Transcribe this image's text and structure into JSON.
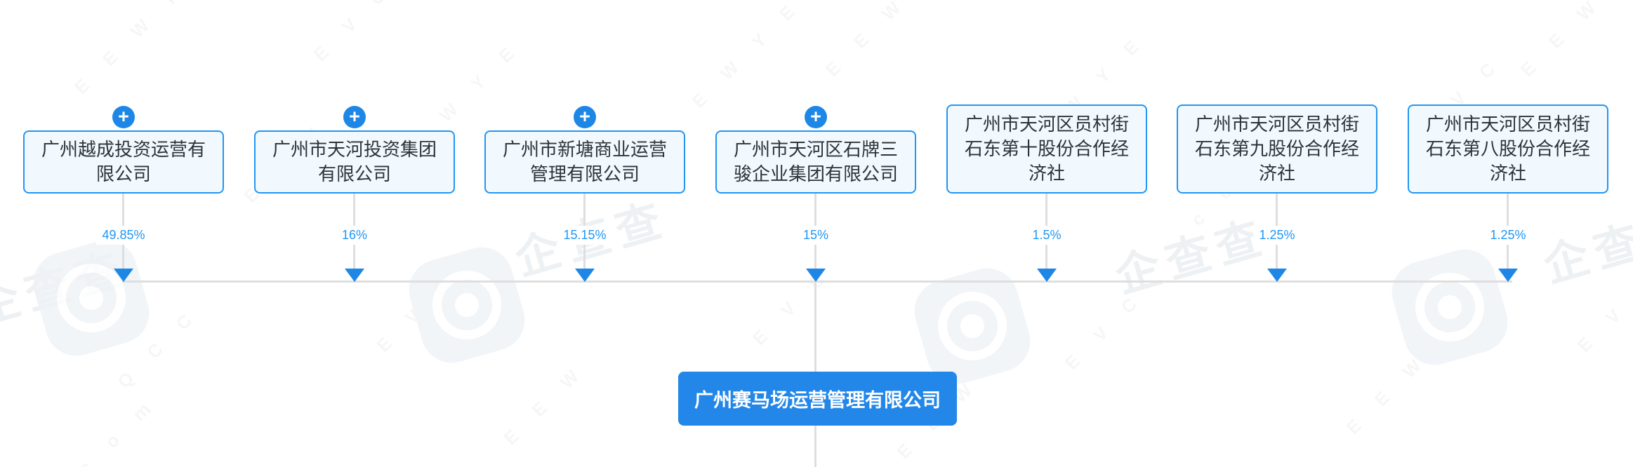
{
  "chart": {
    "type": "equity-structure-diagram",
    "company": {
      "name": "广州赛马场运营管理有限公司"
    },
    "shareholders": [
      {
        "name": "广州越成投资运营有限公司",
        "percent": "49.85%",
        "expandable": true
      },
      {
        "name": "广州市天河投资集团有限公司",
        "percent": "16%",
        "expandable": true
      },
      {
        "name": "广州市新塘商业运营管理有限公司",
        "percent": "15.15%",
        "expandable": true
      },
      {
        "name": "广州市天河区石牌三骏企业集团有限公司",
        "percent": "15%",
        "expandable": true
      },
      {
        "name": "广州市天河区员村街石东第十股份合作经济社",
        "percent": "1.5%",
        "expandable": false
      },
      {
        "name": "广州市天河区员村街石东第九股份合作经济社",
        "percent": "1.25%",
        "expandable": false
      },
      {
        "name": "广州市天河区员村街石东第八股份合作经济社",
        "percent": "1.25%",
        "expandable": false
      }
    ],
    "expand_icon_glyph": "+",
    "colors": {
      "primary_blue": "#2196f3",
      "node_fill": "#f2f9fe",
      "main_node_fill": "#2287e8",
      "line_gray": "#dedede",
      "percent_text": "#2196f3"
    }
  },
  "watermark": {
    "stamp": "企查查",
    "l1": "E E W Y",
    "l2": "E V C",
    "l3": "E W Y E",
    "l4": "Q C C",
    "l5": "c o m",
    "l6": "E E W"
  }
}
